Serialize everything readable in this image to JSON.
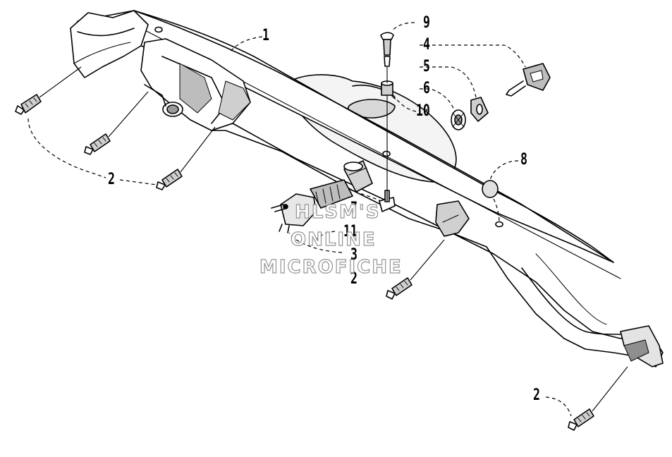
{
  "callouts": {
    "c1": "1",
    "c9": "9",
    "c4": "4",
    "c5": "5",
    "c6": "6",
    "c10": "10",
    "c8": "8",
    "c2a": "2",
    "c7": "7",
    "c11": "11",
    "c3": "3",
    "c2b": "2",
    "c2c": "2"
  },
  "watermark": {
    "line1": "HLSM'S",
    "line2": "ONLINE",
    "line3": "MICROFICHE"
  }
}
